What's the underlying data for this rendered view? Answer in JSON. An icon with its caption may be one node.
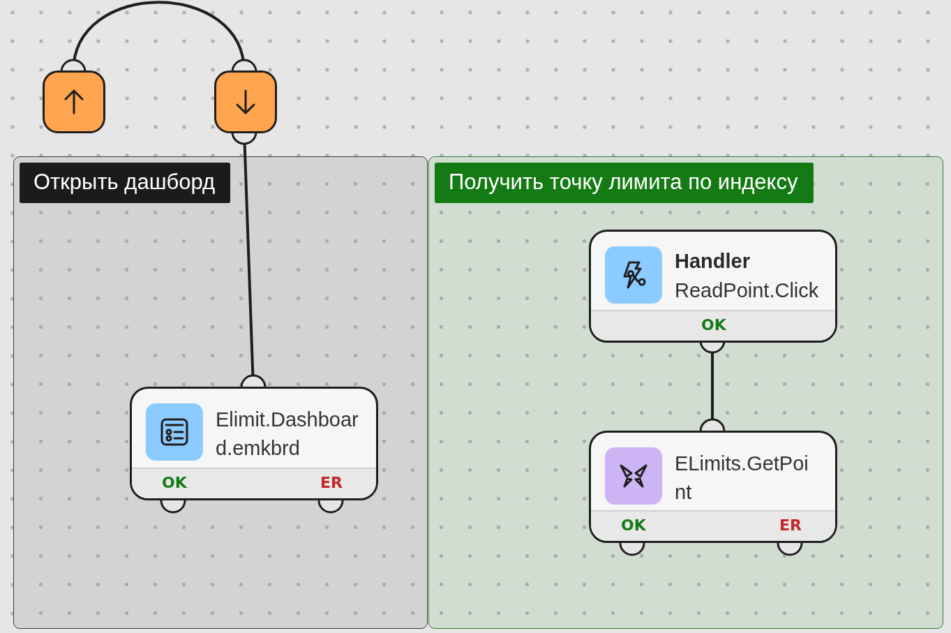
{
  "diagram": {
    "nodes": [
      {
        "text": [],
        "shape": "box"
      },
      {
        "text": [],
        "shape": "box"
      },
      {
        "text": [
          "Открыть дашборд"
        ]
      },
      {
        "text": [
          "Elimit.Dashboard.emkbrd",
          "OK",
          "ER"
        ],
        "in": 2
      },
      {
        "text": [
          "Получить точку лимита по индексу"
        ]
      },
      {
        "text": [
          "Handler",
          "ReadPoint.Click",
          "OK"
        ],
        "in": 4
      },
      {
        "text": [
          "ELimits.GetPoint",
          "OK",
          "ER"
        ],
        "in": 4
      }
    ],
    "edges": [
      {
        "from": 0,
        "to": 1,
        "arrow": "other"
      },
      {
        "from": 1,
        "to": 3,
        "arrow": "other"
      },
      {
        "from": 5,
        "to": 6,
        "arrow": "other"
      }
    ]
  }
}
